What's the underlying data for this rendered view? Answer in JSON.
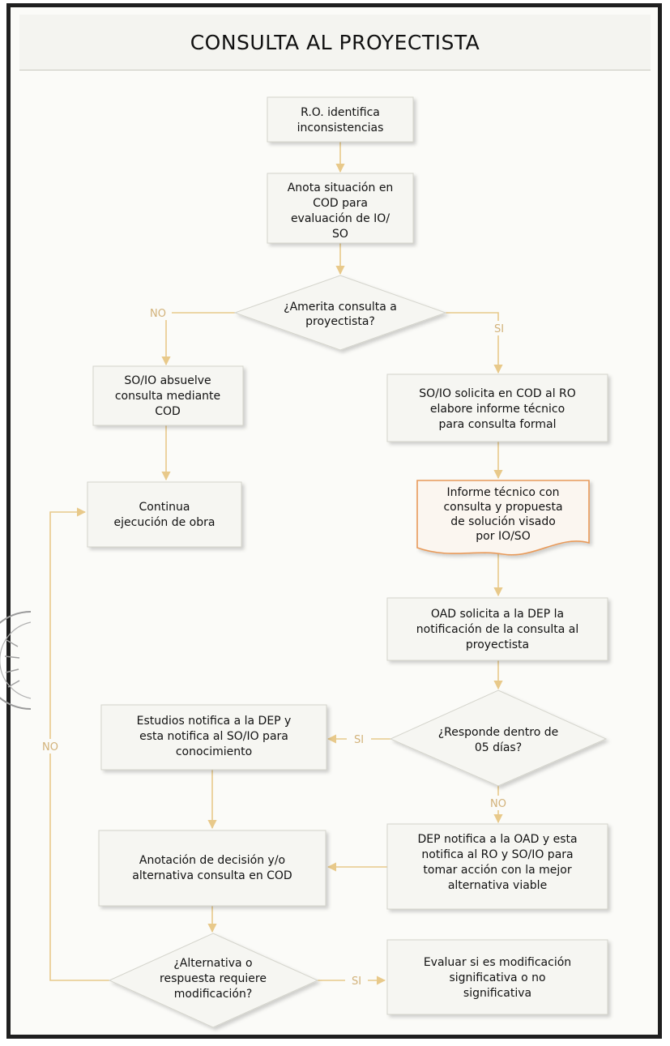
{
  "title": "CONSULTA AL PROYECTISTA",
  "nodes": {
    "n1": [
      "R.O. identifica",
      "inconsistencias"
    ],
    "n2": [
      "Anota situación en",
      "COD para",
      "evaluación de IO/",
      "SO"
    ],
    "d1": [
      "¿Amerita consulta a",
      "proyectista?"
    ],
    "n3": [
      "SO/IO absuelve",
      "consulta mediante",
      "COD"
    ],
    "n4": [
      "SO/IO solicita en COD al RO",
      "elabore informe técnico",
      "para consulta formal"
    ],
    "n5": [
      "Continua",
      "ejecución de obra"
    ],
    "doc1": [
      "Informe técnico con",
      "consulta y propuesta",
      "de solución visado",
      "por IO/SO"
    ],
    "n6": [
      "OAD solicita a la DEP la",
      "notificación de la consulta al",
      "proyectista"
    ],
    "d2": [
      "¿Responde dentro de",
      "05 días?"
    ],
    "n7": [
      "Estudios notifica a la DEP y",
      "esta notifica al SO/IO para",
      "conocimiento"
    ],
    "n8": [
      "DEP notifica a la OAD y esta",
      "notifica al RO y SO/IO para",
      "tomar acción con la mejor",
      "alternativa viable"
    ],
    "n9": [
      "Anotación de decisión y/o",
      "alternativa consulta en COD"
    ],
    "d3": [
      "¿Alternativa o",
      "respuesta requiere",
      "modificación?"
    ],
    "n10": [
      "Evaluar si es modificación",
      "significativa o no",
      "significativa"
    ]
  },
  "labels": {
    "no_d1": "NO",
    "si_d1": "SI",
    "si_d2": "SI",
    "no_d2": "NO",
    "no_loop": "NO",
    "si_d3": "SI"
  },
  "colors": {
    "box_border": "#d4d4cc",
    "arrow": "#e8c98a",
    "document_border": "#e89a5a",
    "frame": "#1f1f1f"
  }
}
